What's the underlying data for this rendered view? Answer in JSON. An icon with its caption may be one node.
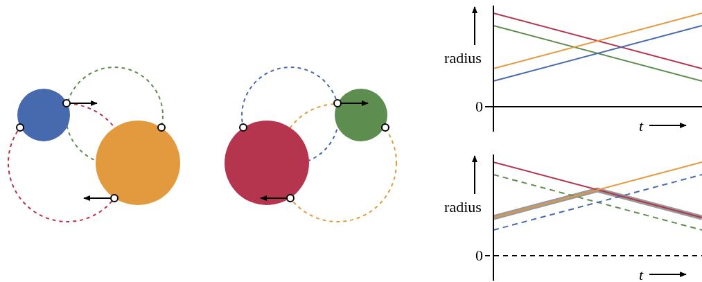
{
  "diagram": {
    "labels": [
      "radius",
      "0",
      "t",
      "radius",
      "0",
      "t"
    ]
  }
}
